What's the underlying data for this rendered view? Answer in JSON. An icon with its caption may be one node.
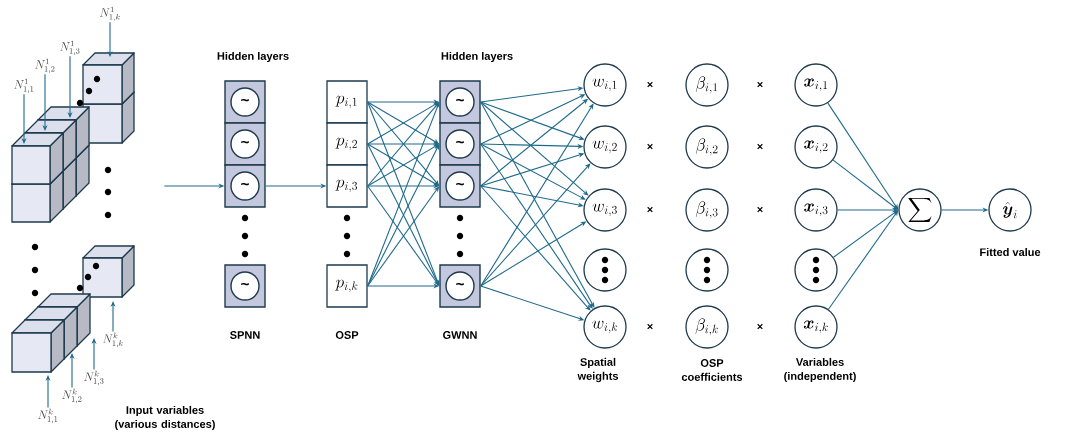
{
  "diagram": {
    "nodes": [
      {
        "text": [
          "N^{1}_{1,k}"
        ]
      },
      {
        "text": [
          "N^{1}_{1,3}"
        ]
      },
      {
        "text": [
          "N^{1}_{1,2}"
        ]
      },
      {
        "text": [
          "N^{1}_{1,1}"
        ]
      },
      {
        "text": [],
        "shape": "picture"
      },
      {
        "text": [],
        "shape": "picture"
      },
      {
        "text": [],
        "shape": "picture"
      },
      {
        "text": [],
        "shape": "picture"
      },
      {
        "text": [
          "N^{k}_{1,k}"
        ]
      },
      {
        "text": [
          "N^{k}_{1,3}"
        ]
      },
      {
        "text": [
          "N^{k}_{1,2}"
        ]
      },
      {
        "text": [
          "N^{k}_{1,1}"
        ]
      },
      {
        "text": [
          "~"
        ]
      },
      {
        "text": [
          "~"
        ]
      },
      {
        "text": [
          "~"
        ]
      },
      {
        "text": [
          "~"
        ]
      },
      {
        "text": [
          "p_{i,1}"
        ]
      },
      {
        "text": [
          "p_{i,2}"
        ]
      },
      {
        "text": [
          "p_{i,3}"
        ]
      },
      {
        "text": [
          "p_{i,k}"
        ]
      },
      {
        "text": [
          "~"
        ]
      },
      {
        "text": [
          "~"
        ]
      },
      {
        "text": [
          "~"
        ]
      },
      {
        "text": [
          "~"
        ]
      },
      {
        "text": [
          "w_{i,1}"
        ]
      },
      {
        "text": [
          "w_{i,2}"
        ]
      },
      {
        "text": [
          "w_{i,3}"
        ]
      },
      {
        "text": [],
        "shape": "circle"
      },
      {
        "text": [
          "w_{i,k}"
        ],
        "beside": [
          "Spatial weights"
        ]
      },
      {
        "text": [
          "\\beta_{i,1}"
        ]
      },
      {
        "text": [
          "\\beta_{i,2}"
        ]
      },
      {
        "text": [
          "\\beta_{i,3}"
        ]
      },
      {
        "text": [],
        "shape": "circle"
      },
      {
        "text": [
          "\\beta_{i,k}"
        ],
        "beside": [
          "OSP coefficients"
        ]
      },
      {
        "text": [
          "\\boldsymbol{x}_{i,1}"
        ]
      },
      {
        "text": [
          "\\boldsymbol{x}_{i,2}"
        ]
      },
      {
        "text": [
          "\\boldsymbol{x}_{i,3}"
        ]
      },
      {
        "text": [],
        "shape": "circle"
      },
      {
        "text": [
          "\\boldsymbol{x}_{i,k}"
        ],
        "beside": [
          "Variables (independent)"
        ]
      },
      {
        "text": [
          "\\sum"
        ]
      },
      {
        "text": [
          "\\hat{\\boldsymbol{y}}_{i}"
        ],
        "beside": [
          "Fitted value"
        ]
      }
    ],
    "edges": [
      {
        "from": 0,
        "to": 4,
        "arrow": "to"
      },
      {
        "from": 1,
        "to": 5,
        "arrow": "to"
      },
      {
        "from": 2,
        "to": 5,
        "arrow": "to"
      },
      {
        "from": 3,
        "to": 5,
        "arrow": "to"
      },
      {
        "from": 8,
        "to": 6,
        "arrow": "to"
      },
      {
        "from": 9,
        "to": 7,
        "arrow": "to"
      },
      {
        "from": 10,
        "to": 7,
        "arrow": "to"
      },
      {
        "from": 11,
        "to": 7,
        "arrow": "to"
      },
      {
        "from": null,
        "to": 14,
        "arrow": "to"
      },
      {
        "from": 14,
        "to": 18,
        "arrow": "to"
      },
      {
        "from": 16,
        "to": 20,
        "arrow": "to"
      },
      {
        "from": 16,
        "to": 21,
        "arrow": "to"
      },
      {
        "from": 16,
        "to": 22,
        "arrow": "to"
      },
      {
        "from": 16,
        "to": 23,
        "arrow": "to"
      },
      {
        "from": 17,
        "to": 20,
        "arrow": "to"
      },
      {
        "from": 17,
        "to": 21,
        "arrow": "to"
      },
      {
        "from": 17,
        "to": 22,
        "arrow": "to"
      },
      {
        "from": 17,
        "to": 23,
        "arrow": "to"
      },
      {
        "from": 18,
        "to": 20,
        "arrow": "to"
      },
      {
        "from": 18,
        "to": 21,
        "arrow": "to"
      },
      {
        "from": 18,
        "to": 22,
        "arrow": "to"
      },
      {
        "from": 18,
        "to": 23,
        "arrow": "to"
      },
      {
        "from": 19,
        "to": 20,
        "arrow": "to"
      },
      {
        "from": 19,
        "to": 21,
        "arrow": "to"
      },
      {
        "from": 19,
        "to": 22,
        "arrow": "to"
      },
      {
        "from": 19,
        "to": 23,
        "arrow": "to"
      },
      {
        "from": 20,
        "to": 24,
        "arrow": "to"
      },
      {
        "from": 20,
        "to": 25,
        "arrow": "to"
      },
      {
        "from": 20,
        "to": 26,
        "arrow": "to"
      },
      {
        "from": 20,
        "to": 28,
        "arrow": "to"
      },
      {
        "from": 21,
        "to": 24,
        "arrow": "to"
      },
      {
        "from": 21,
        "to": 25,
        "arrow": "to"
      },
      {
        "from": 21,
        "to": 26,
        "arrow": "to"
      },
      {
        "from": 21,
        "to": 28,
        "arrow": "to"
      },
      {
        "from": 22,
        "to": 24,
        "arrow": "to"
      },
      {
        "from": 22,
        "to": 25,
        "arrow": "to"
      },
      {
        "from": 22,
        "to": 26,
        "arrow": "to"
      },
      {
        "from": 22,
        "to": 28,
        "arrow": "to"
      },
      {
        "from": 23,
        "to": 24,
        "arrow": "to"
      },
      {
        "from": 23,
        "to": 25,
        "arrow": "to"
      },
      {
        "from": 23,
        "to": 26,
        "arrow": "to"
      },
      {
        "from": 23,
        "to": 28,
        "arrow": "to"
      },
      {
        "from": 34,
        "to": 39,
        "arrow": "to"
      },
      {
        "from": 35,
        "to": 39,
        "arrow": "to"
      },
      {
        "from": 36,
        "to": 39,
        "arrow": "to"
      },
      {
        "from": 37,
        "to": 39,
        "arrow": "to"
      },
      {
        "from": 38,
        "to": 39,
        "arrow": "to"
      },
      {
        "from": 39,
        "to": 40,
        "arrow": "to"
      }
    ],
    "labels": [
      "Hidden layers",
      "Hidden layers",
      "×",
      "×",
      "×",
      "×",
      "×",
      "×",
      "×",
      "×",
      "SPNN",
      "OSP",
      "GWNN",
      "Input variables (various distances)"
    ]
  }
}
